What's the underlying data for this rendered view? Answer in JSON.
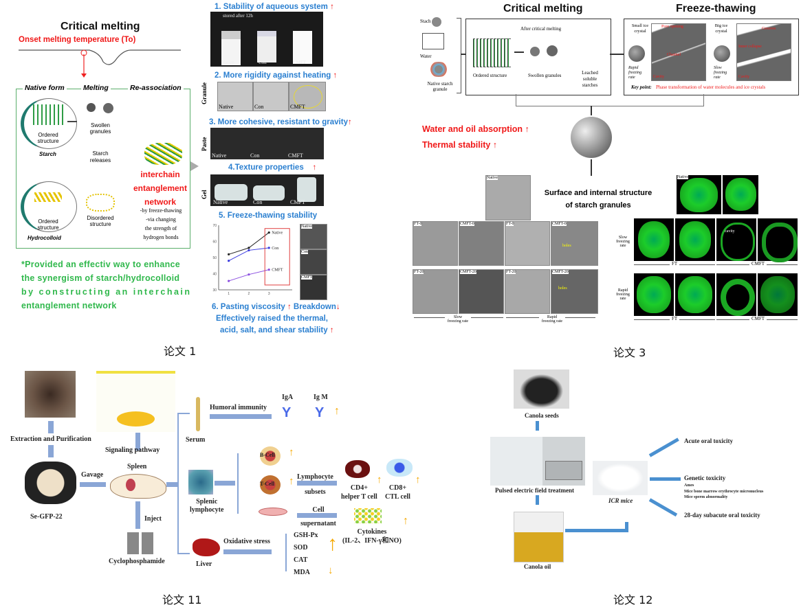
{
  "paper1": {
    "title": "Critical melting",
    "onset": "Onset melting temperature (To)",
    "headers": [
      "Native form",
      "Melting",
      "Re-association"
    ],
    "starch_ordered": "Ordered structure",
    "starch": "Starch",
    "swollen": "Swollen granules",
    "starch_releases": "Starch releases",
    "hydro_ordered": "Ordered structure",
    "hydrocolloid": "Hydrocolloid",
    "disordered": "Disordered structure",
    "network": [
      "interchain",
      "entanglement",
      "network"
    ],
    "network_notes": [
      "-by freeze-thawing",
      "-via changing",
      "the strength of",
      "hydrogen bonds"
    ],
    "conclusion": [
      "*Provided an effectiv way to enhance",
      "the synergism of starch/hydrocolloid",
      "by constructing an interchain",
      "entanglement network"
    ],
    "results": {
      "r1": "1. Stability of aqueous system",
      "r1_note": "stored after 12h",
      "r2": "2. More rigidity against heating",
      "r3": "3. More cohesive, resistant to gravity",
      "r4": "4.Texture properties",
      "r5": "5. Freeze-thawing stability",
      "r6a": "6. Pasting viscosity",
      "r6b": "Breakdown",
      "r6c": "Effectively raised the thermal,",
      "r6d": "acid, salt, and shear stability",
      "up": "↑",
      "down": "↓",
      "row_labels": [
        "Granule",
        "Paste",
        "Gel"
      ],
      "samples": [
        "Native",
        "Con",
        "CMFT"
      ]
    },
    "caption": "论文 1"
  },
  "chart_data": {
    "type": "line",
    "x": [
      1,
      2,
      3
    ],
    "series": [
      {
        "name": "Native",
        "values": [
          52,
          56,
          65.5
        ],
        "color": "#222222"
      },
      {
        "name": "Con",
        "values": [
          48,
          54.5,
          56
        ],
        "color": "#3a3adf"
      },
      {
        "name": "CMFT",
        "values": [
          35.5,
          39.5,
          42.5
        ],
        "color": "#8a4de0"
      }
    ],
    "ylim": [
      30,
      70
    ],
    "yticks": [
      "30",
      "40",
      "50",
      "60",
      "70"
    ],
    "xticks": [
      "1",
      "2",
      "3"
    ]
  },
  "paper3": {
    "title_left": "Critical melting",
    "title_right": "Freeze-thawing",
    "stach": "Stach",
    "water": "Water",
    "native_granule": "Native starch granule",
    "after_cm": "After critical melting",
    "ordered": "Ordered structure",
    "swollen": "Swollen granules",
    "leached": "Leached soluble starches",
    "small_ice": "Small ice crystal",
    "big_ice": "Big ice crystal",
    "rapid": "Rapid freezing rate",
    "slow": "Slow freezing rate",
    "pore": "Pore opening",
    "channel": "Channel",
    "cavity": "Cavity",
    "grooves": "Grooves",
    "inner": "Inner collapse",
    "key_label": "Key point:",
    "key_text": "Phase transformation of water molecules and ice crystals",
    "effect1": "Water and oil absorption ↑",
    "effect2": "Thermal stability ↑",
    "surface": [
      "Surface and internal structure",
      "of starch granules"
    ],
    "sem_native": "Native",
    "sem_row1": [
      "FT-0",
      "CMFT-0",
      "FT-0",
      "CMFT-0"
    ],
    "sem_row2": [
      "FT-20",
      "CMFT-20",
      "FT-20",
      "CMFT-20"
    ],
    "sem_rates": [
      "Slow freezing rate",
      "Rapid freezing rate"
    ],
    "holes": "holes",
    "flu_native": "Native",
    "flu_slow": "Slow freezing rate",
    "flu_rapid": "Rapid freezing rate",
    "flu_cavity": "cavity",
    "flu_groups": [
      "FT",
      "CMFT"
    ],
    "caption": "论文 3"
  },
  "paper11": {
    "extraction": "Extraction and Purification",
    "product": "Se-GFP-22",
    "gavage": "Gavage",
    "signaling": "Signaling pathway",
    "spleen": "Spleen",
    "inject": "Inject",
    "cyclo": "Cyclophosphamide",
    "serum": "Serum",
    "humoral": "Humoral immunity",
    "iga": "IgA",
    "igm": "Ig M",
    "splenic": [
      "Splenic",
      "lymphocyte"
    ],
    "bcell": "B-Cell",
    "tcell": "T-Cell",
    "lymph_subsets": [
      "Lymphocyte",
      "subsets"
    ],
    "cell_sup": [
      "Cell",
      "supernatant"
    ],
    "cd4": [
      "CD4+",
      "helper T cell"
    ],
    "cd8": [
      "CD8+",
      "CTL cell"
    ],
    "cytokines": [
      "Cytokines",
      "(IL-2、IFN-γ和NO)"
    ],
    "liver": "Liver",
    "oxidative": "Oxidative stress",
    "enzymes": [
      "GSH-Px",
      "SOD",
      "CAT",
      "MDA"
    ],
    "up": "↑",
    "down": "↓",
    "caption": "论文 11"
  },
  "paper12": {
    "seeds": "Canola seeds",
    "pef": "Pulsed electric field treatment",
    "oil": "Canola oil",
    "mice": "ICR mice",
    "acute": "Acute oral toxicity",
    "genetic": "Genetic toxicity",
    "genetic_items": [
      "Ames",
      "Mice bone marrow erythrocyte micronucleus",
      "Mice sperm abnormality"
    ],
    "subacute": "28-day subacute oral toxicity",
    "caption": "论文 12"
  }
}
